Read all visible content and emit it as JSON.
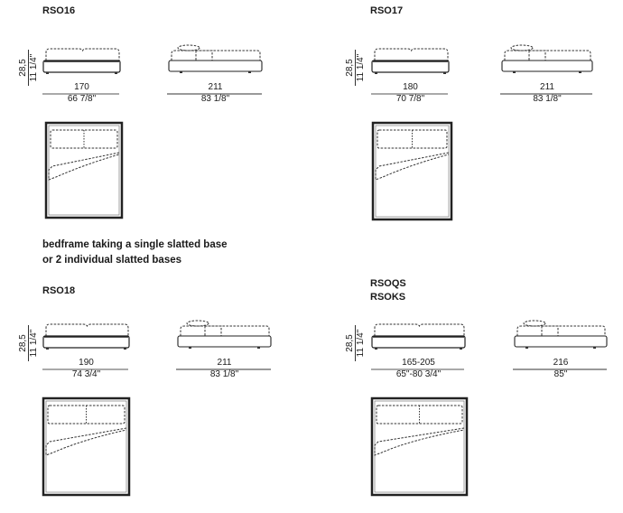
{
  "note": {
    "line1": "bedframe taking a single slatted base",
    "line2": "or 2 individual slatted bases"
  },
  "height_dim": {
    "cm": "28,5",
    "in": "11 1/4\""
  },
  "models": [
    {
      "title": "RSO16",
      "width_cm": "170",
      "width_in": "66 7/8\"",
      "length_cm": "211",
      "length_in": "83 1/8\""
    },
    {
      "title": "RSO17",
      "width_cm": "180",
      "width_in": "70 7/8\"",
      "length_cm": "211",
      "length_in": "83 1/8\""
    },
    {
      "title": "RSO18",
      "width_cm": "190",
      "width_in": "74 3/4\"",
      "length_cm": "211",
      "length_in": "83 1/8\""
    },
    {
      "title": "RSOQS",
      "title2": "RSOKS",
      "width_cm": "165-205",
      "width_in": "65\"-80 3/4\"",
      "length_cm": "216",
      "length_in": "85\""
    }
  ]
}
